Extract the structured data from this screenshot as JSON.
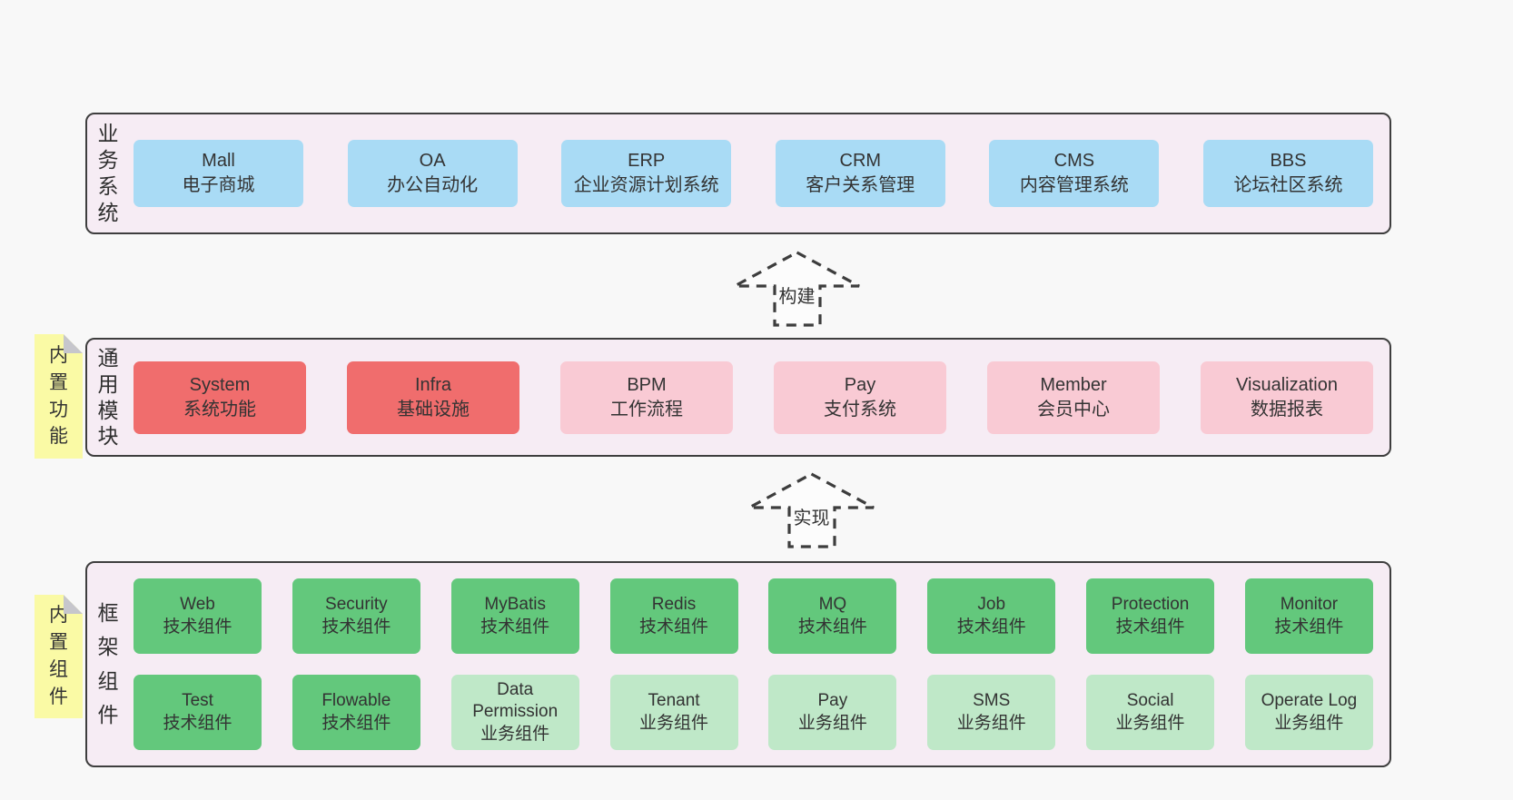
{
  "colors": {
    "page_bg": "#f8f8f8",
    "layer_bg": "#f6ecf4",
    "layer_border": "#3e3e3e",
    "note_bg": "#fafaa5",
    "note_fold": "#c6c6cc",
    "text": "#333333",
    "blue": "#a9dbf5",
    "red": "#f06d6d",
    "pink": "#f9cad4",
    "green": "#63c87c",
    "lightgreen": "#bfe8c8",
    "arrow_stroke": "#3d3d3d",
    "arrow_fill": "#fcfcfc"
  },
  "notes": [
    {
      "text": "内置功能"
    },
    {
      "text": "内置组件"
    }
  ],
  "arrows": [
    {
      "label": "构建"
    },
    {
      "label": "实现"
    }
  ],
  "layers": [
    {
      "label": "业务系统",
      "rows": [
        [
          {
            "name": "Mall",
            "desc": "电子商城",
            "variant": "blue"
          },
          {
            "name": "OA",
            "desc": "办公自动化",
            "variant": "blue"
          },
          {
            "name": "ERP",
            "desc": "企业资源计划系统",
            "variant": "blue"
          },
          {
            "name": "CRM",
            "desc": "客户关系管理",
            "variant": "blue"
          },
          {
            "name": "CMS",
            "desc": "内容管理系统",
            "variant": "blue"
          },
          {
            "name": "BBS",
            "desc": "论坛社区系统",
            "variant": "blue"
          }
        ]
      ]
    },
    {
      "label": "通用模块",
      "rows": [
        [
          {
            "name": "System",
            "desc": "系统功能",
            "variant": "red"
          },
          {
            "name": "Infra",
            "desc": "基础设施",
            "variant": "red"
          },
          {
            "name": "BPM",
            "desc": "工作流程",
            "variant": "pink"
          },
          {
            "name": "Pay",
            "desc": "支付系统",
            "variant": "pink"
          },
          {
            "name": "Member",
            "desc": "会员中心",
            "variant": "pink"
          },
          {
            "name": "Visualization",
            "desc": "数据报表",
            "variant": "pink"
          }
        ]
      ]
    },
    {
      "label": "框架组件",
      "rows": [
        [
          {
            "name": "Web",
            "desc": "技术组件",
            "variant": "green"
          },
          {
            "name": "Security",
            "desc": "技术组件",
            "variant": "green"
          },
          {
            "name": "MyBatis",
            "desc": "技术组件",
            "variant": "green"
          },
          {
            "name": "Redis",
            "desc": "技术组件",
            "variant": "green"
          },
          {
            "name": "MQ",
            "desc": "技术组件",
            "variant": "green"
          },
          {
            "name": "Job",
            "desc": "技术组件",
            "variant": "green"
          },
          {
            "name": "Protection",
            "desc": "技术组件",
            "variant": "green"
          },
          {
            "name": "Monitor",
            "desc": "技术组件",
            "variant": "green"
          }
        ],
        [
          {
            "name": "Test",
            "desc": "技术组件",
            "variant": "green"
          },
          {
            "name": "Flowable",
            "desc": "技术组件",
            "variant": "green"
          },
          {
            "name": "Data Permission",
            "desc": "业务组件",
            "variant": "lightgreen"
          },
          {
            "name": "Tenant",
            "desc": "业务组件",
            "variant": "lightgreen"
          },
          {
            "name": "Pay",
            "desc": "业务组件",
            "variant": "lightgreen"
          },
          {
            "name": "SMS",
            "desc": "业务组件",
            "variant": "lightgreen"
          },
          {
            "name": "Social",
            "desc": "业务组件",
            "variant": "lightgreen"
          },
          {
            "name": "Operate Log",
            "desc": "业务组件",
            "variant": "lightgreen"
          }
        ]
      ]
    }
  ]
}
